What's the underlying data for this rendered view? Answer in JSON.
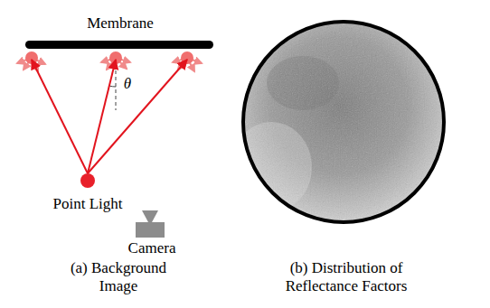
{
  "diagram": {
    "nodes": [
      {
        "text": [
          "Membrane"
        ]
      },
      {
        "text": [
          "Point Light"
        ]
      },
      {
        "text": [
          "Camera"
        ]
      }
    ],
    "edges": [
      {
        "from": 1,
        "to": 0,
        "arrow": "to"
      },
      {
        "from": 1,
        "to": 0,
        "arrow": "to"
      },
      {
        "from": 1,
        "to": 0,
        "arrow": "to"
      }
    ],
    "labels": [
      "θ",
      "(a) Background Image",
      "(b) Distribution of Reflectance Factors"
    ]
  }
}
